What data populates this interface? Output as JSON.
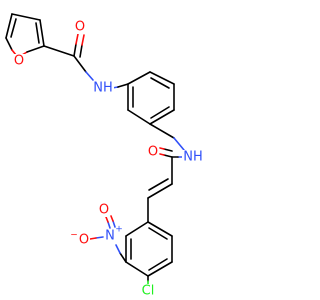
{
  "atoms": {
    "furan_o": "O",
    "carbonyl_o1": "O",
    "amide_nh1": "NH",
    "amide_nh2": "NH",
    "carbonyl_o2": "O",
    "nitro_n": "N",
    "nitro_plus": "+",
    "nitro_o_top": "O",
    "nitro_o_minus": "O",
    "nitro_minus": "−",
    "chlorine": "Cl"
  },
  "colors": {
    "carbon": "#000000",
    "oxygen": "#ff0d0d",
    "nitrogen": "#3050f8",
    "chlorine": "#1ff01f"
  }
}
